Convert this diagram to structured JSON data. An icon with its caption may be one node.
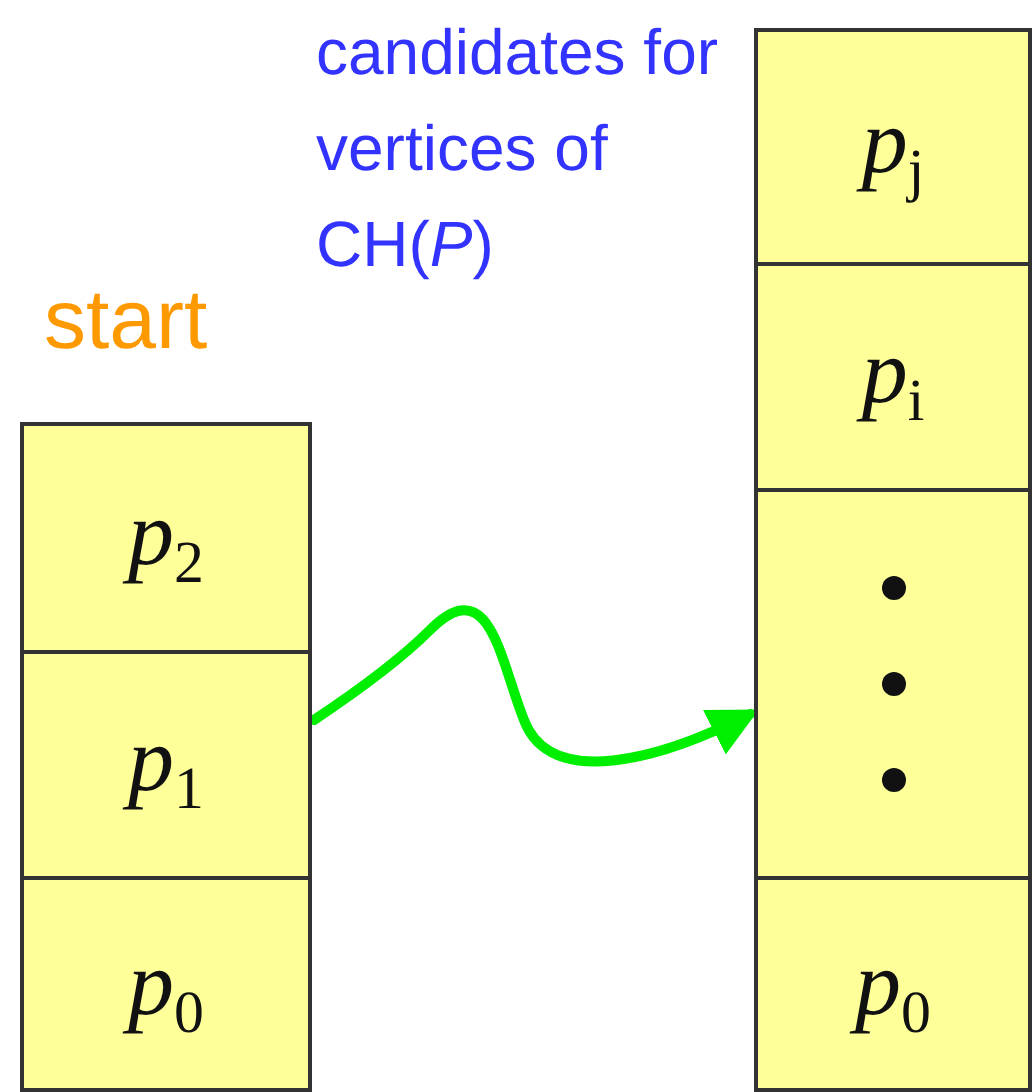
{
  "diagram": {
    "nodes": [
      {
        "text": [
          "start"
        ]
      },
      {
        "text": [
          "*p*$_{2}$"
        ],
        "in": 0
      },
      {
        "text": [
          "*p*$_{1}$"
        ],
        "in": 0
      },
      {
        "text": [
          "*p*$_{0}$"
        ],
        "in": 0
      },
      {
        "text": [
          "candidates for vertices of CH(*P*)"
        ]
      },
      {
        "text": [
          "*p*$_{j}$"
        ],
        "in": 4
      },
      {
        "text": [
          "*p*$_{i}$"
        ],
        "in": 4
      },
      {
        "text": [],
        "shape": "box",
        "in": 4
      },
      {
        "text": [
          "*p*$_{0}$"
        ],
        "in": 4
      }
    ],
    "edges": [
      {
        "from": 0,
        "to": 4,
        "arrow": "to"
      }
    ]
  }
}
